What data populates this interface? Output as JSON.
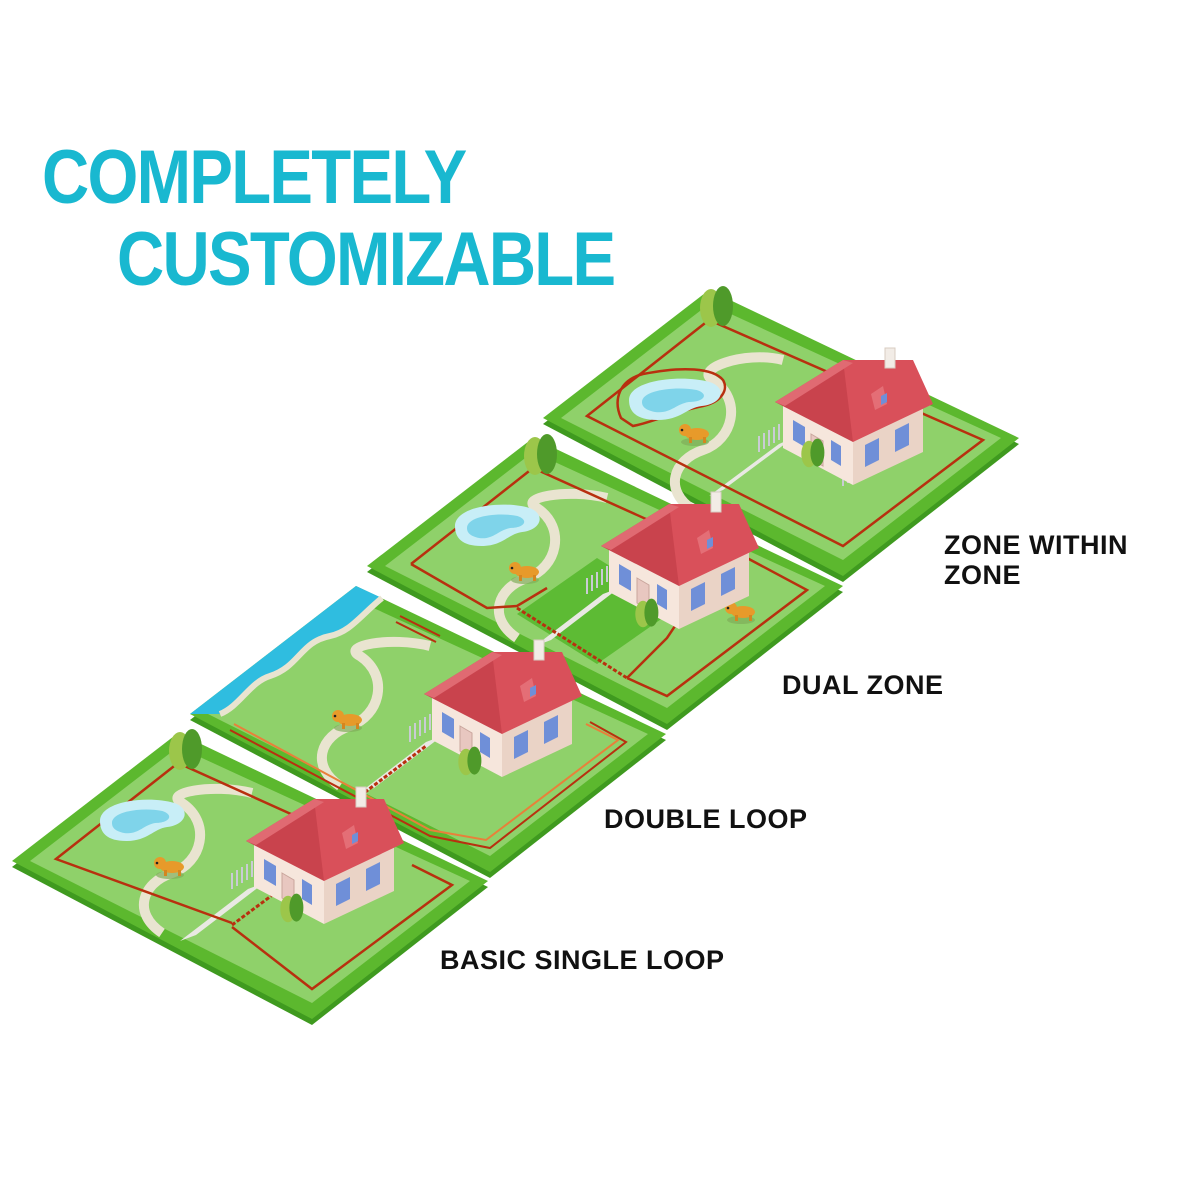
{
  "headline": {
    "line1": "COMPLETELY",
    "line2": "CUSTOMIZABLE",
    "color": "#19b8d0"
  },
  "layouts": [
    {
      "id": "basic",
      "label": "BASIC SINGLE LOOP",
      "wire": "single",
      "feature": "pond"
    },
    {
      "id": "double",
      "label": "DOUBLE LOOP",
      "wire": "double",
      "feature": "river"
    },
    {
      "id": "dual",
      "label": "DUAL ZONE",
      "wire": "dual-zone",
      "feature": "pond"
    },
    {
      "id": "zone",
      "label": "ZONE WITHIN ZONE",
      "label_lines": [
        "ZONE WITHIN",
        "ZONE"
      ],
      "wire": "pond-exclusion",
      "feature": "pond"
    }
  ],
  "colors": {
    "grass": "#8fd16a",
    "grass_border": "#5cb82e",
    "grass_dark": "#3f9a1f",
    "wire": "#b8300f",
    "roof": "#d9505a",
    "wall": "#f6e6dc",
    "water": "#9fe0f0",
    "river": "#2fbde0",
    "path": "#e9e4d0"
  },
  "icons": [
    "house-icon",
    "dog-icon",
    "tree-icon",
    "pond-icon",
    "river-icon",
    "mailbox-icon",
    "fence-icon"
  ]
}
